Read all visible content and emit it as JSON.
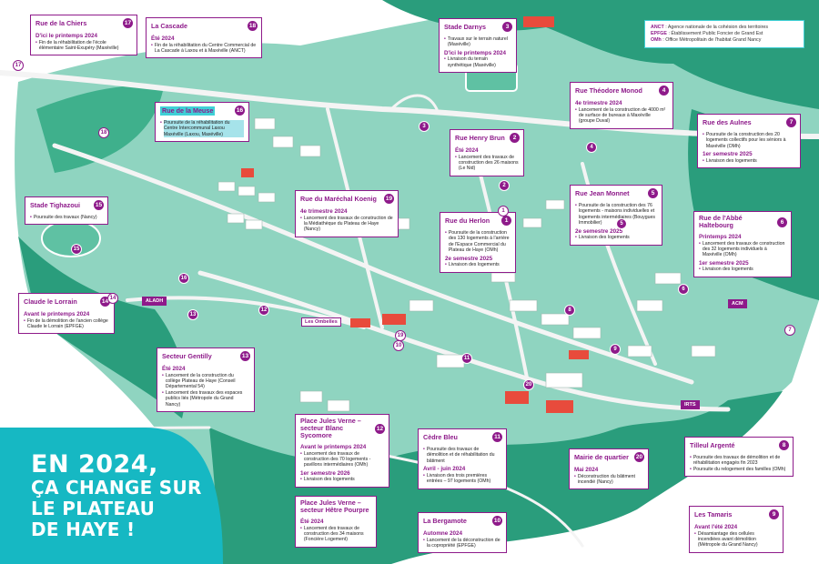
{
  "headline": {
    "line1": "EN 2024,",
    "line2": "ÇA CHANGE SUR",
    "line3": "LE PLATEAU",
    "line4": "DE HAYE !"
  },
  "legend": [
    {
      "abbr": "ANCT",
      "text": " : Agence nationale de la cohésion des territoires"
    },
    {
      "abbr": "EPFGE",
      "text": " : Établissement Public Foncier de Grand Est"
    },
    {
      "abbr": "OMh",
      "text": " : Office Métropolitain de l'habitat Grand Nancy"
    }
  ],
  "places": {
    "aladh": "ALADH",
    "ombelles": "Les Ombelles",
    "acm": "ACM",
    "irts": "IRTS"
  },
  "cards": [
    {
      "id": "chiers",
      "title": "Rue de la Chiers",
      "num": "17",
      "sections": [
        {
          "head": "D'ici le printemps 2024",
          "items": [
            "Fin de la réhabilitation de l'école élémentaire Saint-Exupéry (Maxéville)"
          ]
        }
      ]
    },
    {
      "id": "cascade",
      "title": "La Cascade",
      "num": "18",
      "sections": [
        {
          "head": "Été 2024",
          "items": [
            "Fin de la réhabilitation du Centre Commercial de La Cascade à Laxou et à Maxéville (ANCT)"
          ]
        }
      ]
    },
    {
      "id": "meuse",
      "title": "Rue de la Meuse",
      "num": "16",
      "hl": true,
      "sections": [
        {
          "head": "",
          "hl": true,
          "items": [
            "Poursuite de la réhabilitation du Centre Intercommunal Laxou Maxéville (Laxou, Maxéville)"
          ]
        }
      ]
    },
    {
      "id": "tighazoui",
      "title": "Stade Tighazoui",
      "num": "15",
      "sections": [
        {
          "head": "",
          "items": [
            "Poursuite des travaux (Nancy)"
          ]
        }
      ]
    },
    {
      "id": "lorrain",
      "title": "Claude le Lorrain",
      "num": "14",
      "sections": [
        {
          "head": "Avant le printemps 2024",
          "items": [
            "Fin de la démolition de l'ancien collège Claude le Lorrain (EPFGE)"
          ]
        }
      ]
    },
    {
      "id": "gentilly",
      "title": "Secteur Gentilly",
      "num": "13",
      "sections": [
        {
          "head": "Été 2024",
          "items": [
            "Lancement de la construction du collège Plateau de Haye (Conseil Départemental 54)",
            "Lancement des travaux des espaces publics liés (Métropole du Grand Nancy)"
          ]
        }
      ]
    },
    {
      "id": "darnys",
      "title": "Stade Darnys",
      "num": "3",
      "sections": [
        {
          "head": "",
          "items": [
            "Travaux sur le terrain naturel (Maxéville)"
          ]
        },
        {
          "head": "D'ici le printemps 2024",
          "items": [
            "Livraison du terrain synthétique (Maxéville)"
          ]
        }
      ]
    },
    {
      "id": "monod",
      "title": "Rue Théodore Monod",
      "num": "4",
      "sections": [
        {
          "head": "4e trimestre 2024",
          "items": [
            "Lancement de la construction de 4000 m² de surface de bureaux à Maxéville (groupe Duval)"
          ]
        }
      ]
    },
    {
      "id": "brun",
      "title": "Rue Henry Brun",
      "num": "2",
      "sections": [
        {
          "head": "Été 2024",
          "items": [
            "Lancement des travaux de construction des 26 maisons (Le Nid)"
          ]
        }
      ]
    },
    {
      "id": "koenig",
      "title": "Rue du Maréchal Koenig",
      "num": "19",
      "sections": [
        {
          "head": "4e trimestre 2024",
          "items": [
            "Lancement des travaux de construction de la Médiathèque du Plateau de Haye (Nancy)"
          ]
        }
      ]
    },
    {
      "id": "herlon",
      "title": "Rue du Herlon",
      "num": "1",
      "sections": [
        {
          "head": "",
          "items": [
            "Poursuite de la construction des 130 logements à l'arrière de l'Espace Commercial du Plateau de Haye (OMh)"
          ]
        },
        {
          "head": "2e semestre 2025",
          "items": [
            "Livraison des logements"
          ]
        }
      ]
    },
    {
      "id": "monnet",
      "title": "Rue Jean Monnet",
      "num": "5",
      "sections": [
        {
          "head": "",
          "items": [
            "Poursuite de la construction des 76 logements - maisons individuelles et logements intermédiaires (Bouygues Immobilier)"
          ]
        },
        {
          "head": "2e semestre 2025",
          "items": [
            "Livraison des logements"
          ]
        }
      ]
    },
    {
      "id": "aulnes",
      "title": "Rue des Aulnes",
      "num": "7",
      "sections": [
        {
          "head": "",
          "items": [
            "Poursuite de la construction des 20 logements collectifs pour les séniors à Maxéville (OMh)"
          ]
        },
        {
          "head": "1er semestre 2025",
          "items": [
            "Livraison des logements"
          ]
        }
      ]
    },
    {
      "id": "haltebourg",
      "title": "Rue de l'Abbé Haltebourg",
      "num": "6",
      "sections": [
        {
          "head": "Printemps 2024",
          "items": [
            "Lancement des travaux de construction des 32 logements individuels à Maxéville (OMh)"
          ]
        },
        {
          "head": "1er semestre 2025",
          "items": [
            "Livraison des logements"
          ]
        }
      ]
    },
    {
      "id": "sycomore",
      "title": "Place Jules Verne – secteur Blanc Sycomore",
      "num": "12",
      "sections": [
        {
          "head": "Avant le printemps 2024",
          "items": [
            "Lancement des travaux de construction des 70 logements - pavillons intermédiaires (OMh)"
          ]
        },
        {
          "head": "1er semestre 2026",
          "items": [
            "Livraison des logements"
          ]
        }
      ]
    },
    {
      "id": "pourpre",
      "title": "Place Jules Verne – secteur Hêtre Pourpre",
      "num": "",
      "sections": [
        {
          "head": "Été 2024",
          "items": [
            "Lancement des travaux de construction des 34 maisons (Foncière Logement)"
          ]
        }
      ]
    },
    {
      "id": "cedre",
      "title": "Cèdre Bleu",
      "num": "11",
      "sections": [
        {
          "head": "",
          "items": [
            "Poursuite des travaux de démolition et de réhabilitation du bâtiment"
          ]
        },
        {
          "head": "Avril - juin 2024",
          "items": [
            "Livraison des trois premières entrées – 97 logements (OMh)"
          ]
        }
      ]
    },
    {
      "id": "bergamote",
      "title": "La Bergamote",
      "num": "10",
      "sections": [
        {
          "head": "Automne 2024",
          "items": [
            "Lancement de la déconstruction de la copropriété (EPFGE)"
          ]
        }
      ]
    },
    {
      "id": "mairie",
      "title": "Mairie de quartier",
      "num": "20",
      "sections": [
        {
          "head": "Mai 2024",
          "items": [
            "Déconstruction du bâtiment incendié (Nancy)"
          ]
        }
      ]
    },
    {
      "id": "tilleul",
      "title": "Tilleul Argenté",
      "num": "8",
      "sections": [
        {
          "head": "",
          "items": [
            "Poursuite des travaux de démolition et de réhabilitation engagés fin 2023",
            "Poursuite du relogement des familles (OMh)"
          ]
        }
      ]
    },
    {
      "id": "tamaris",
      "title": "Les Tamaris",
      "num": "9",
      "sections": [
        {
          "head": "Avant l'été 2024",
          "items": [
            "Désamiantage des cellules incendiées avant démolition (Métropole du Grand Nancy)"
          ]
        }
      ]
    }
  ],
  "map_numbers": [
    "17",
    "16",
    "15",
    "14",
    "13",
    "12",
    "19",
    "4",
    "2",
    "1",
    "5",
    "6",
    "7",
    "8",
    "9",
    "10",
    "11",
    "20",
    "18",
    "3"
  ]
}
